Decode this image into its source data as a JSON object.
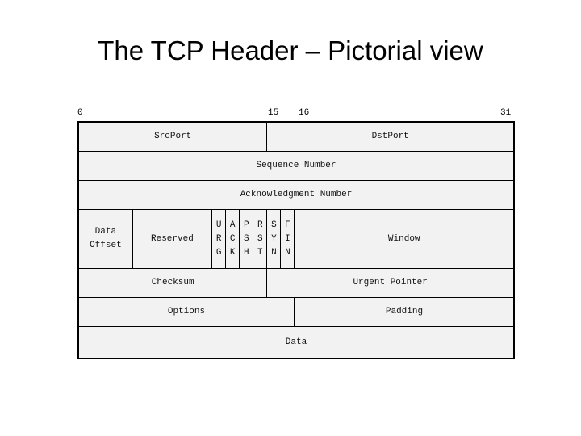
{
  "slide": {
    "title": "The TCP Header – Pictorial view",
    "background_color": "#ffffff",
    "text_color": "#000000"
  },
  "bit_ruler": {
    "ticks": [
      {
        "label": "0",
        "bit": 0
      },
      {
        "label": "15",
        "bit": 15
      },
      {
        "label": "16",
        "bit": 16
      },
      {
        "label": "31",
        "bit": 31
      }
    ]
  },
  "diagram": {
    "cell_fill_color": "#f2f2f2",
    "border_color": "#000000",
    "total_bits": 32,
    "rows": [
      {
        "name": "ports-row",
        "cells": [
          {
            "label": "SrcPort",
            "bits": 16
          },
          {
            "label": "DstPort",
            "bits": 16
          }
        ]
      },
      {
        "name": "sequence-number-row",
        "cells": [
          {
            "label": "Sequence Number",
            "bits": 32
          }
        ]
      },
      {
        "name": "acknowledgment-number-row",
        "cells": [
          {
            "label": "Acknowledgment Number",
            "bits": 32
          }
        ]
      },
      {
        "name": "flags-row",
        "cells": [
          {
            "label": "Data Offset",
            "line1": "Data",
            "line2": "Offset",
            "bits": 4
          },
          {
            "label": "Reserved",
            "bits": 6
          },
          {
            "label": "URG",
            "letters": [
              "U",
              "R",
              "G"
            ],
            "bits": 1
          },
          {
            "label": "ACK",
            "letters": [
              "A",
              "C",
              "K"
            ],
            "bits": 1
          },
          {
            "label": "PSH",
            "letters": [
              "P",
              "S",
              "H"
            ],
            "bits": 1
          },
          {
            "label": "RST",
            "letters": [
              "R",
              "S",
              "T"
            ],
            "bits": 1
          },
          {
            "label": "SYN",
            "letters": [
              "S",
              "Y",
              "N"
            ],
            "bits": 1
          },
          {
            "label": "FIN",
            "letters": [
              "F",
              "I",
              "N"
            ],
            "bits": 1
          },
          {
            "label": "Window",
            "bits": 16
          }
        ]
      },
      {
        "name": "checksum-row",
        "cells": [
          {
            "label": "Checksum",
            "bits": 16
          },
          {
            "label": "Urgent Pointer",
            "bits": 16
          }
        ]
      },
      {
        "name": "options-row",
        "cells": [
          {
            "label": "Options",
            "bits": 24
          },
          {
            "label": "Padding",
            "bits": 8
          }
        ]
      },
      {
        "name": "data-row",
        "cells": [
          {
            "label": "Data",
            "bits": 32
          }
        ]
      }
    ]
  }
}
